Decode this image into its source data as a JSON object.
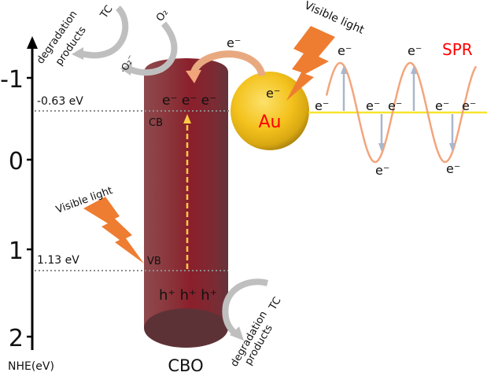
{
  "axis": {
    "label": "NHE(eV)",
    "ticks": [
      {
        "value": -1,
        "label": "-1"
      },
      {
        "value": 0,
        "label": "0"
      },
      {
        "value": 1,
        "label": "1"
      },
      {
        "value": 2,
        "label": "2"
      }
    ]
  },
  "levels": {
    "cb": {
      "value": -0.63,
      "label": "-0.63 eV",
      "band": "CB"
    },
    "vb": {
      "value": 1.13,
      "label": "1.13 eV",
      "band": "VB"
    }
  },
  "semiconductor": {
    "name": "CBO",
    "electrons": "e⁻ e⁻ e⁻",
    "holes": "h⁺ h⁺ h⁺"
  },
  "metal": {
    "name": "Au",
    "electron": "e⁻",
    "transfer_electron": "e⁻"
  },
  "light_labels": {
    "au": "Visible light",
    "cbo": "Visible light"
  },
  "spr": {
    "label": "SPR",
    "electron": "e⁻"
  },
  "reactions": {
    "top": {
      "tc": "TC",
      "o2": "O₂",
      "superoxide": "·O₂⁻",
      "products_line1": "degradation",
      "products_line2": "products"
    },
    "bottom": {
      "tc": "TC",
      "products_line1": "degradation",
      "products_line2": "products"
    }
  },
  "colors": {
    "cylinder": "#8a2330",
    "gold": "#f3c21d",
    "lightning": "#ee7d31",
    "transfer_arrow": "#f2a57a",
    "spr_wave": "#f3a57c",
    "spr_baseline": "#f7e52e",
    "spr_arrows": "#a9b7cc",
    "gray_arrows": "#bfbfbf",
    "label_red": "#ff0000",
    "vertical_dash": "#ffcc44"
  }
}
